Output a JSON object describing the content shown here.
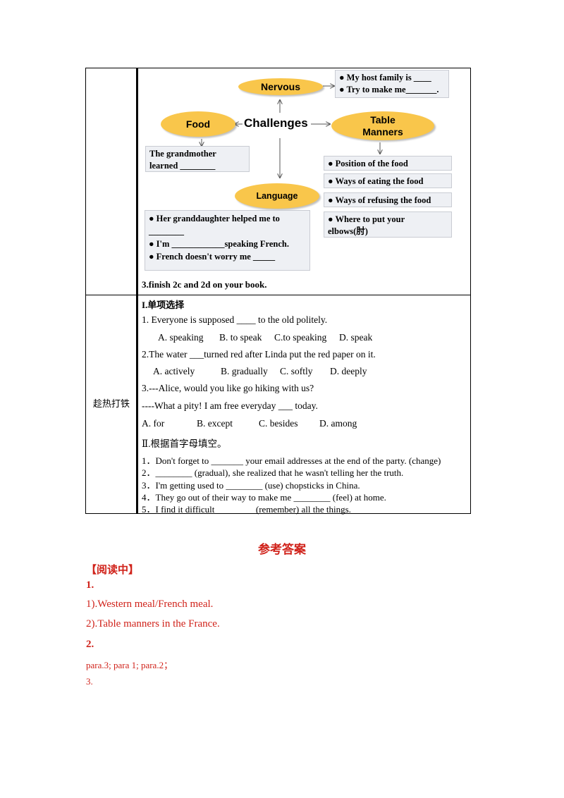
{
  "table": {
    "section_label": "趁热打铁"
  },
  "diagram": {
    "hub": "Challenges",
    "nervous": {
      "label": "Nervous",
      "items": [
        "● My host family is ____",
        "● Try to make me_______."
      ]
    },
    "food": {
      "label": "Food",
      "items": [
        "The grandmother",
        "learned ________"
      ]
    },
    "table_manners": {
      "label_line1": "Table",
      "label_line2": "Manners",
      "items": [
        "● Position of the food",
        "● Ways of eating the food",
        "● Ways of refusing the food",
        "● Where to put your",
        "elbows(肘)"
      ]
    },
    "language": {
      "label": "Language",
      "items": [
        "● Her granddaughter helped me to",
        "________",
        "● I'm ____________speaking French.",
        "● French doesn't worry me _____"
      ]
    },
    "finish": "3.finish 2c and 2d on your book."
  },
  "quiz": {
    "part1_title": "I.单项选择",
    "q1": "1. Everyone is supposed ____ to the old politely.",
    "q1_options": [
      "A. speaking",
      "B. to speak",
      "C.to speaking",
      "D. speak"
    ],
    "q2": "2.The water ___turned red after Linda put the red paper on it.",
    "q2_options": [
      "A. actively",
      "B. gradually",
      "C. softly",
      "D. deeply"
    ],
    "q3a": "3.---Alice, would you like go hiking with us?",
    "q3b": "----What a pity! I am free everyday ___ today.",
    "q3_options": [
      "A. for",
      "B. except",
      "C. besides",
      "D. among"
    ],
    "part2_title": "Ⅱ.根据首字母填空。",
    "fill": [
      "1．Don't forget to _______ your email addresses at the end of the party. (change)",
      "2．________ (gradual), she realized that he wasn't telling her the truth.",
      "3．I'm getting used to ________ (use) chopsticks in China.",
      "4．They go out of their way to make me ________ (feel) at home.",
      "5．I find it difficult ________ (remember) all the things."
    ]
  },
  "answers": {
    "title": "参考答案",
    "section": "【阅读中】",
    "n1": "1.",
    "a1": "1).Western meal/French meal.",
    "a2": "2).Table manners in the France.",
    "n2": "2.",
    "a3": "para.3; para 1; para.2；",
    "n3": "3."
  },
  "colors": {
    "oval": "#f9c64b",
    "box": "#eef0f4",
    "answer_red": "#d0221a"
  }
}
